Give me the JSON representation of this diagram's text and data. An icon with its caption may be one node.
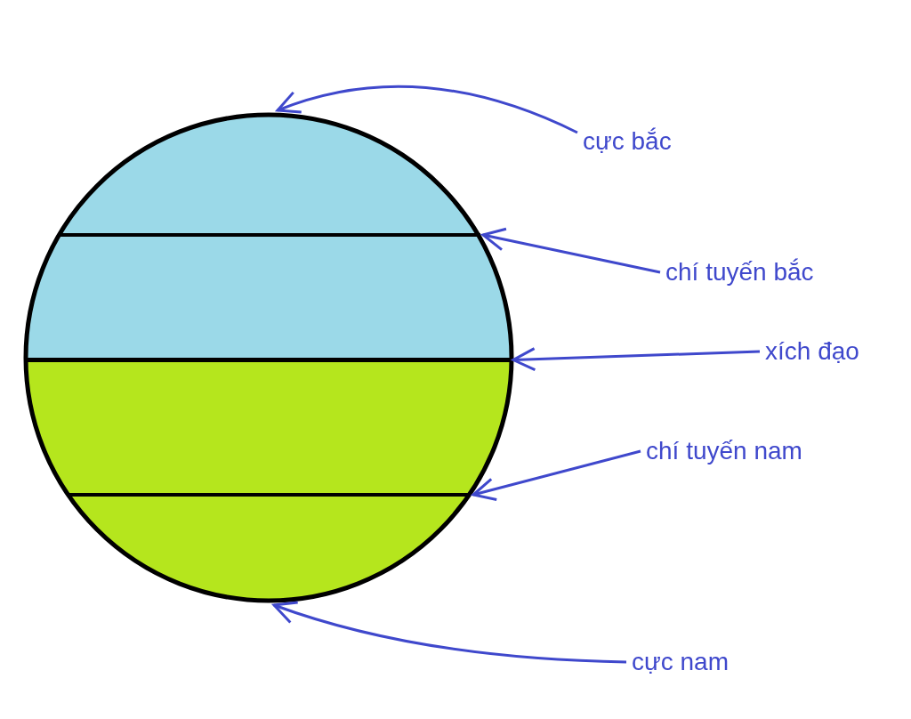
{
  "diagram": {
    "nodes": [
      {
        "text": [],
        "shape": "circle"
      },
      {
        "text": [],
        "shape": "bar",
        "in": 0
      },
      {
        "text": [],
        "shape": "bar",
        "in": 0
      },
      {
        "text": [],
        "shape": "bar",
        "in": 0
      },
      {
        "text": [
          "cực bắc"
        ]
      },
      {
        "text": [
          "chí tuyến bắc"
        ]
      },
      {
        "text": [
          "xích đạo"
        ]
      },
      {
        "text": [
          "chí tuyến nam"
        ]
      },
      {
        "text": [
          "cực nam"
        ]
      }
    ],
    "edges": [
      {
        "from": 4,
        "to": 0,
        "arrow": "to"
      },
      {
        "from": 5,
        "to": 1,
        "arrow": "to"
      },
      {
        "from": 6,
        "to": 2,
        "arrow": "to"
      },
      {
        "from": 7,
        "to": 3,
        "arrow": "to"
      },
      {
        "from": 8,
        "to": 0,
        "arrow": "to"
      }
    ]
  }
}
